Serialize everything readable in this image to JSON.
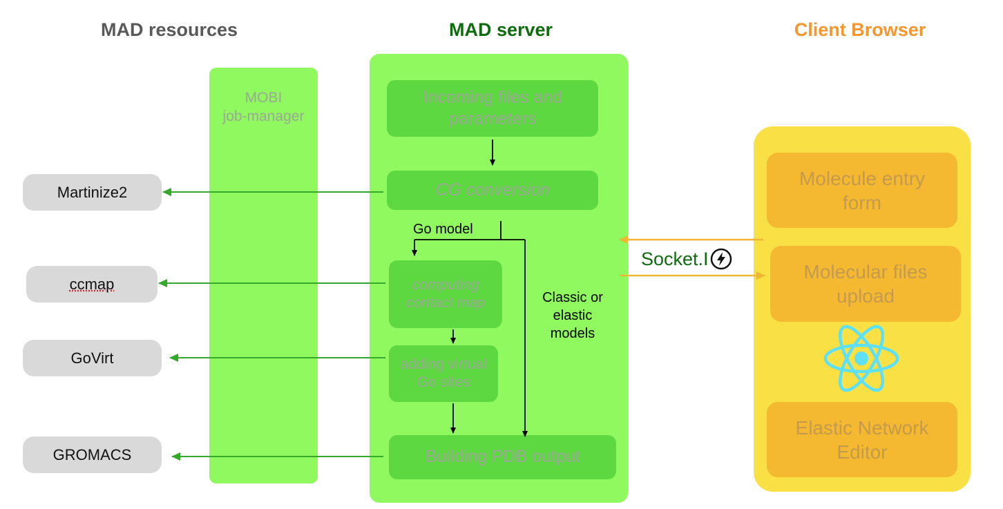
{
  "headings": {
    "resources": "MAD resources",
    "server": "MAD server",
    "client": "Client Browser"
  },
  "job_manager": "MOBI\njob-manager",
  "server_steps": {
    "incoming": "Incoming files and\nparameters",
    "cg_conversion": "CG conversion",
    "contact_map": "computing\ncontact map",
    "virtual_sites": "adding virtual\nGo sites",
    "pdb_output": "Building PDB output"
  },
  "flow_labels": {
    "go_model": "Go model",
    "classic_elastic": "Classic or\nelastic\nmodels"
  },
  "resources": [
    "Martinize2",
    "ccmap",
    "GoVirt",
    "GROMACS"
  ],
  "client_boxes": {
    "entry_form": "Molecule entry\nform",
    "files_upload": "Molecular files\nupload",
    "network_editor": "Elastic Network\nEditor"
  },
  "socket_label": "Socket.I",
  "icons": [
    "socketio-icon",
    "react-icon"
  ],
  "colors": {
    "resources_heading": "#595959",
    "server_heading": "#0e6b0e",
    "client_heading": "#f7962d",
    "server_panel": "#8ff95f",
    "server_box": "#5ed841",
    "server_box_text": "#9aa895",
    "client_panel": "#f8e045",
    "client_box": "#f5b931",
    "client_box_text": "#c49a4c",
    "green_arrow": "#35a92b",
    "orange_arrow": "#f0b534",
    "react_icon": "#5ee0f6"
  }
}
